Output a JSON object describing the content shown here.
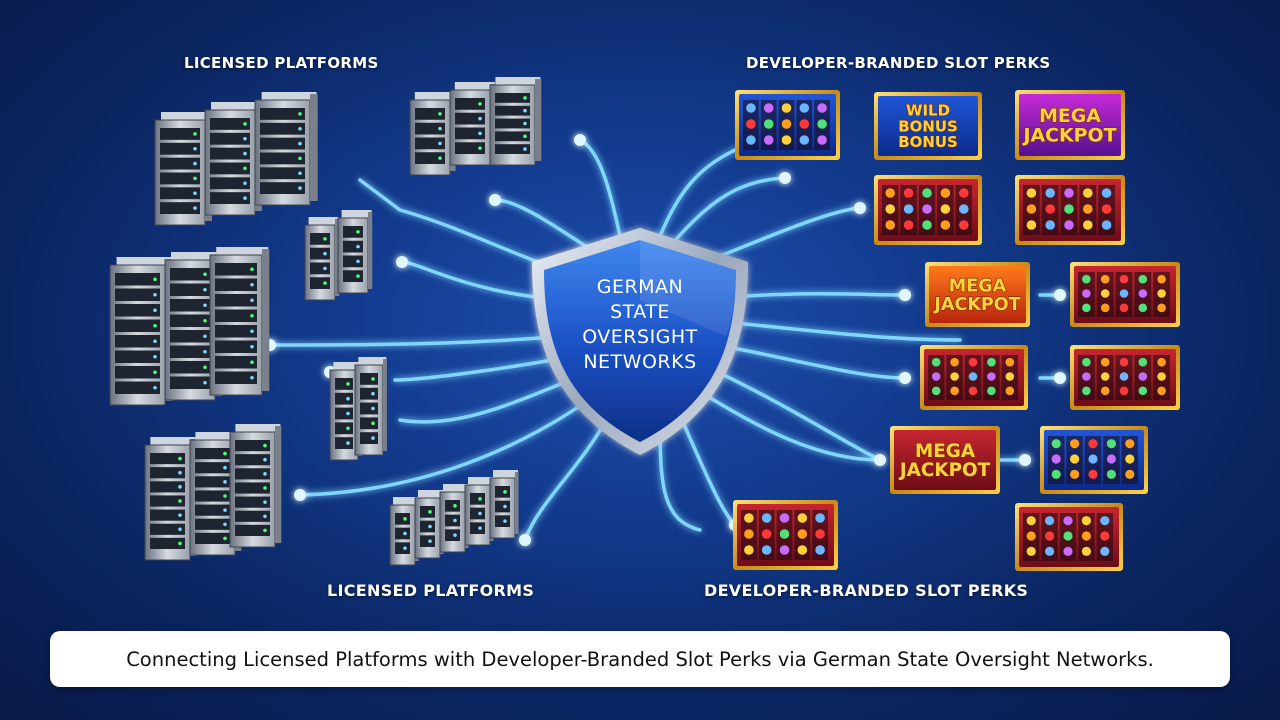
{
  "labels": {
    "licensed_top": "LICENSED PLATFORMS",
    "developer_top": "DEVELOPER-BRANDED SLOT PERKS",
    "licensed_bottom": "LICENSED PLATFORMS",
    "developer_bottom": "DEVELOPER-BRANDED SLOT PERKS"
  },
  "shield": {
    "lines": [
      "GERMAN",
      "STATE",
      "OVERSIGHT",
      "NETWORKS"
    ]
  },
  "tiles": {
    "wild_bonus": [
      "WILD",
      "BONUS",
      "BONUS"
    ],
    "mega_jackpot": [
      "MEGA",
      "JACKPOT"
    ]
  },
  "caption": "Connecting Licensed Platforms with Developer-Branded Slot Perks via German State Oversight Networks.",
  "icons": [
    "server-rack-icon",
    "shield-icon",
    "slot-machine-icon"
  ],
  "colors": {
    "background": "#0f2f78",
    "circuit": "#7fd6ff",
    "shield": "#1f5fd6",
    "shield_rim": "#c9d4e4",
    "jackpot_text": "#ffd23c"
  }
}
